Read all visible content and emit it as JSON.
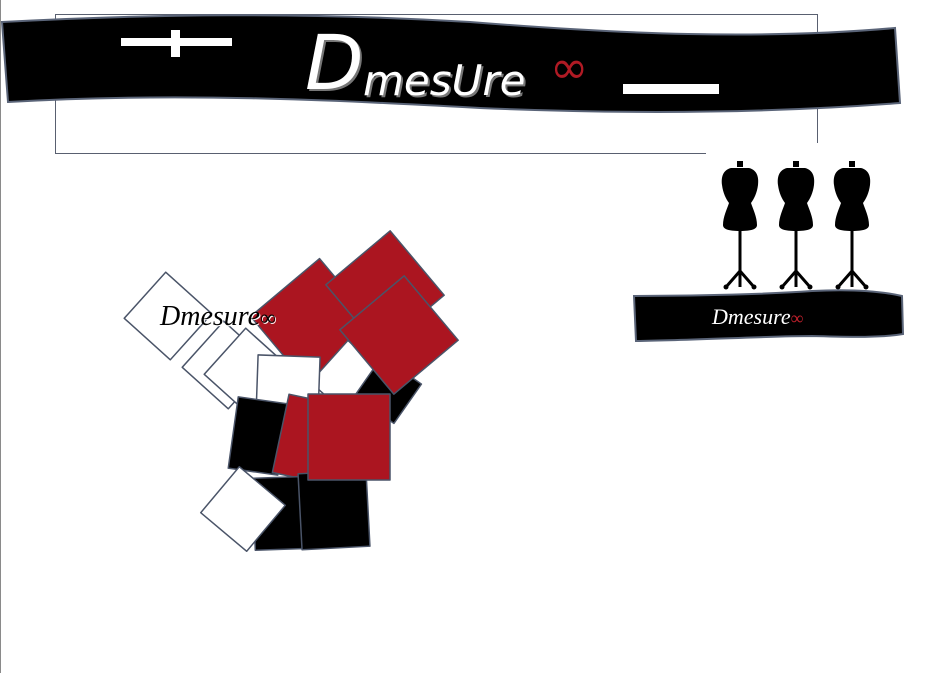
{
  "brand": {
    "logo": {
      "initial": "D",
      "rest": "mesUre",
      "symbol": "∞"
    }
  },
  "collage": {
    "label_text": "Dmesure",
    "label_symbol": "∞"
  },
  "mannequin_panel": {
    "ribbon_text": "Dmesure",
    "ribbon_symbol": "∞",
    "mannequin_count": 3
  },
  "colors": {
    "accent_red": "#ab1520",
    "black": "#000000",
    "white": "#ffffff",
    "outline": "#4a5468"
  },
  "icons": {
    "plus": "plus-icon",
    "minus": "minus-icon",
    "mannequin": "mannequin-icon"
  }
}
